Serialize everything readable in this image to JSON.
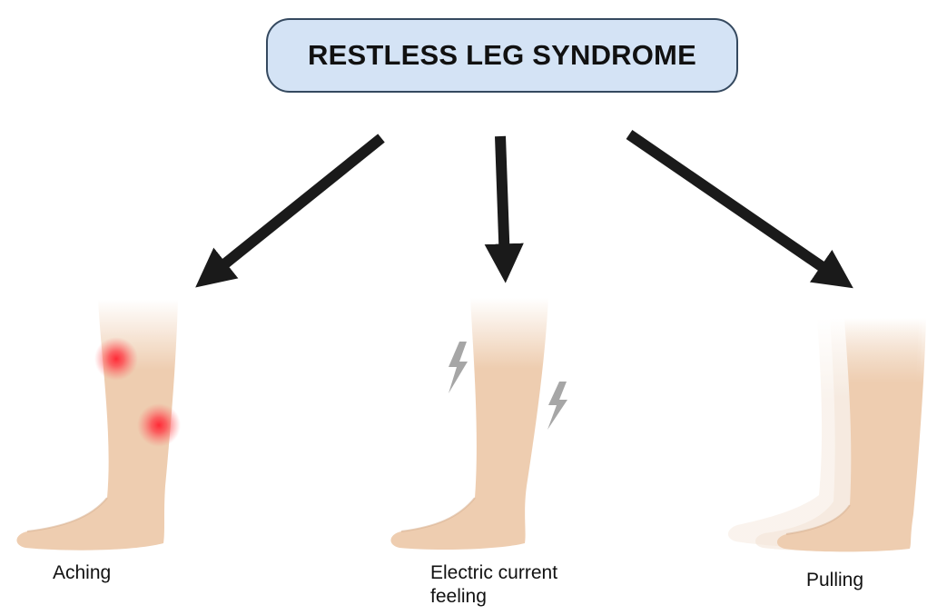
{
  "title": "RESTLESS LEG SYNDROME",
  "symptoms": [
    {
      "label": "Aching",
      "icon": "aching-leg-icon"
    },
    {
      "label": "Electric current feeling",
      "icon": "electric-leg-icon"
    },
    {
      "label": "Pulling",
      "icon": "pulling-leg-icon"
    }
  ],
  "colors": {
    "title_fill": "#d4e3f5",
    "title_border": "#35495f",
    "arrow": "#1a1a1a",
    "skin": "#eecdb0",
    "pain_dot": "#ff2a36",
    "lightning": "#a6a6a6"
  }
}
